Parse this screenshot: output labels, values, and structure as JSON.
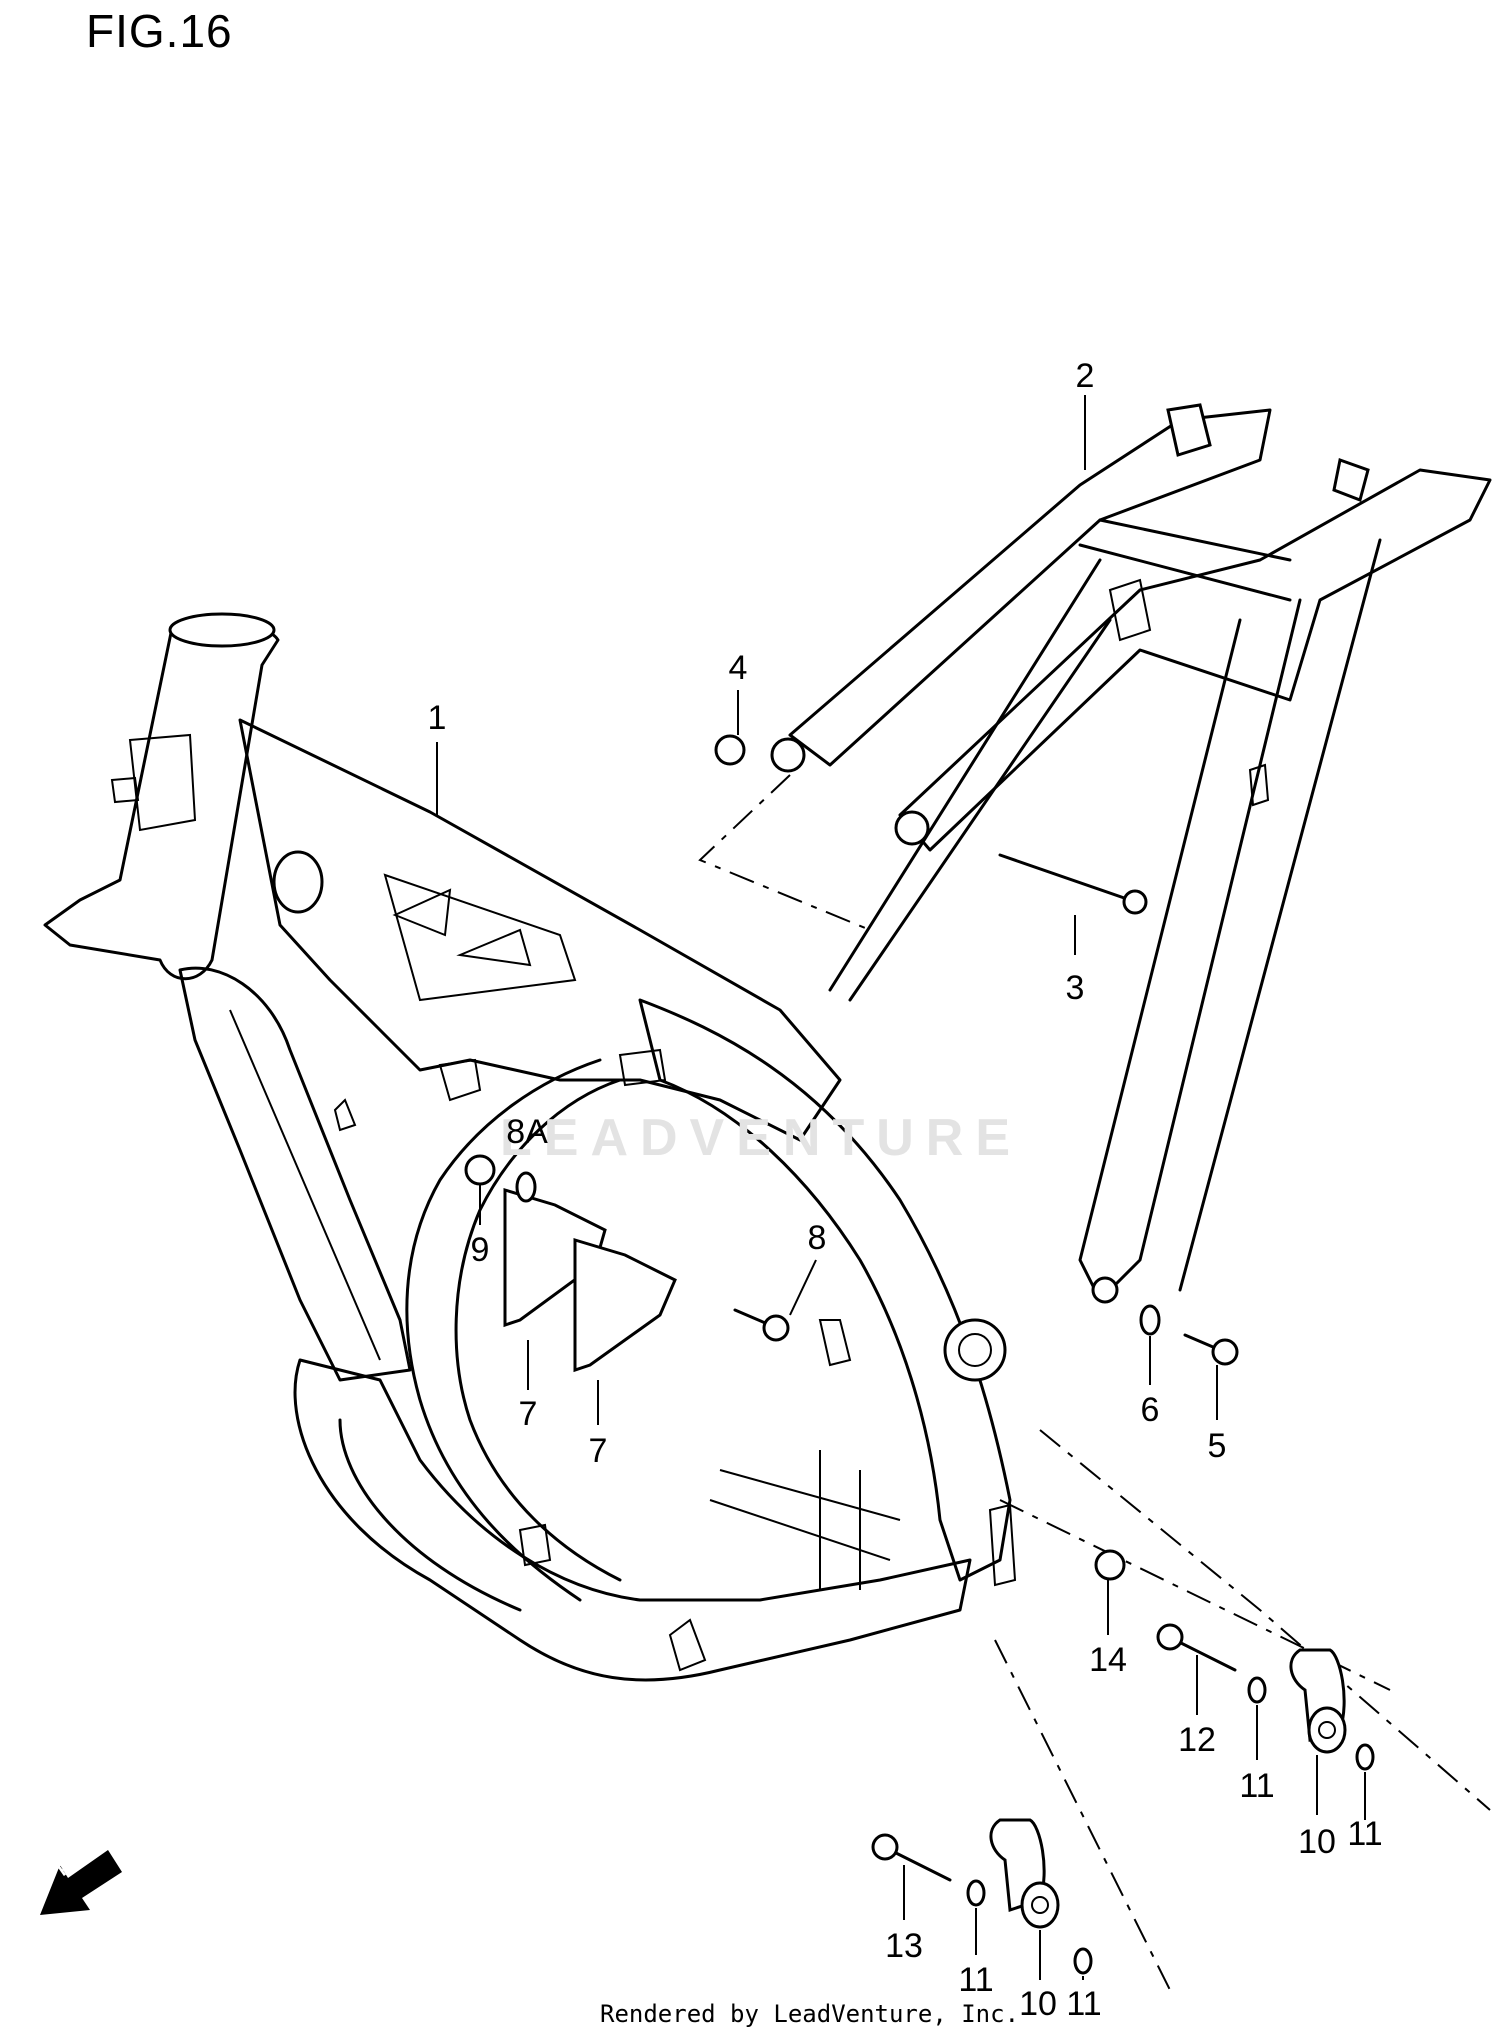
{
  "figure": {
    "title": "FIG.16"
  },
  "callouts": [
    {
      "id": "c1",
      "label": "1"
    },
    {
      "id": "c2",
      "label": "2"
    },
    {
      "id": "c3",
      "label": "3"
    },
    {
      "id": "c4",
      "label": "4"
    },
    {
      "id": "c5",
      "label": "5"
    },
    {
      "id": "c6",
      "label": "6"
    },
    {
      "id": "c7a",
      "label": "7"
    },
    {
      "id": "c7b",
      "label": "7"
    },
    {
      "id": "c8",
      "label": "8"
    },
    {
      "id": "c8a",
      "label": "8A"
    },
    {
      "id": "c9",
      "label": "9"
    },
    {
      "id": "c10a",
      "label": "10"
    },
    {
      "id": "c10b",
      "label": "10"
    },
    {
      "id": "c11a",
      "label": "11"
    },
    {
      "id": "c11b",
      "label": "11"
    },
    {
      "id": "c11c",
      "label": "11"
    },
    {
      "id": "c11d",
      "label": "11"
    },
    {
      "id": "c12",
      "label": "12"
    },
    {
      "id": "c13",
      "label": "13"
    },
    {
      "id": "c14",
      "label": "14"
    }
  ],
  "fwd_arrow": {
    "label": "FWD",
    "icon": "fwd-arrow-icon"
  },
  "watermark": "LEADVENTURE",
  "footer": "Rendered by LeadVenture, Inc."
}
